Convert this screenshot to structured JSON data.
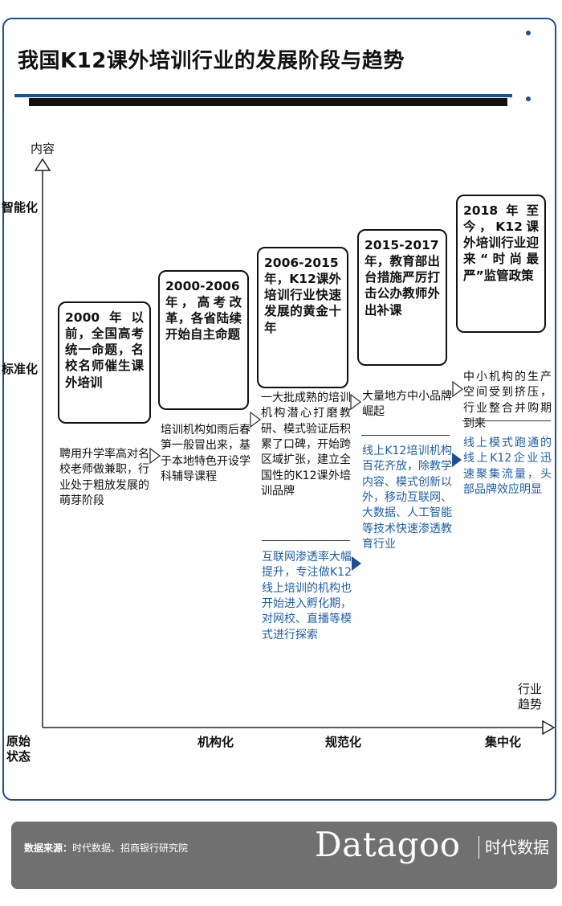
{
  "title": "我国K12课外培训行业的发展阶段与趋势",
  "axes": {
    "y_label": "内容",
    "y_levels": [
      "智能化",
      "标准化"
    ],
    "x_label": "行业趋势",
    "origin": "原始状态",
    "x_levels": [
      "机构化",
      "规范化",
      "集中化"
    ]
  },
  "stages": [
    {
      "period_text": "2000年以前，全国高考统一命题，名校名师催生课外培训",
      "description": "聘用升学率高对名校老师做兼职，行业处于粗放发展的萌芽阶段",
      "online_description": ""
    },
    {
      "period_text": "2000-2006年，高考改革，各省陆续开始自主命题",
      "description": "培训机构如雨后春笋一般冒出来，基于本地特色开设学科辅导课程",
      "online_description": ""
    },
    {
      "period_text": "2006-2015年，K12课外培训行业快速发展的黄金十年",
      "description": "一大批成熟的培训机构潜心打磨教研、模式验证后积累了口碑，开始跨区域扩张，建立全国性的K12课外培训品牌",
      "online_description": "互联网渗透率大幅提升，专注做K12线上培训的机构也开始进入孵化期，对网校、直播等模式进行探索"
    },
    {
      "period_text": "2015-2017年，教育部出台措施严厉打击公办教师外出补课",
      "description": "大量地方中小品牌崛起",
      "online_description": "线上K12培训机构百花齐放，除教学内容、模式创新以外，移动互联网、大数据、人工智能等技术快速渗透教育行业"
    },
    {
      "period_text": "2018年至今，K12课外培训行业迎来“时尚最严”监管政策",
      "description": "中小机构的生产空间受到挤压，行业整合并购期到来",
      "online_description": "线上模式跑通的线上K12企业迅速聚集流量，头部品牌效应明显"
    }
  ],
  "footer": {
    "source_label": "数据来源：",
    "source_text": "时代数据、招商银行研究院",
    "brand": "Datagoo",
    "brand_cn": "时代数据"
  },
  "colors": {
    "accent_blue": "#1f4e8c",
    "online_text": "#1f5fa6",
    "footer_bg": "#707070"
  }
}
